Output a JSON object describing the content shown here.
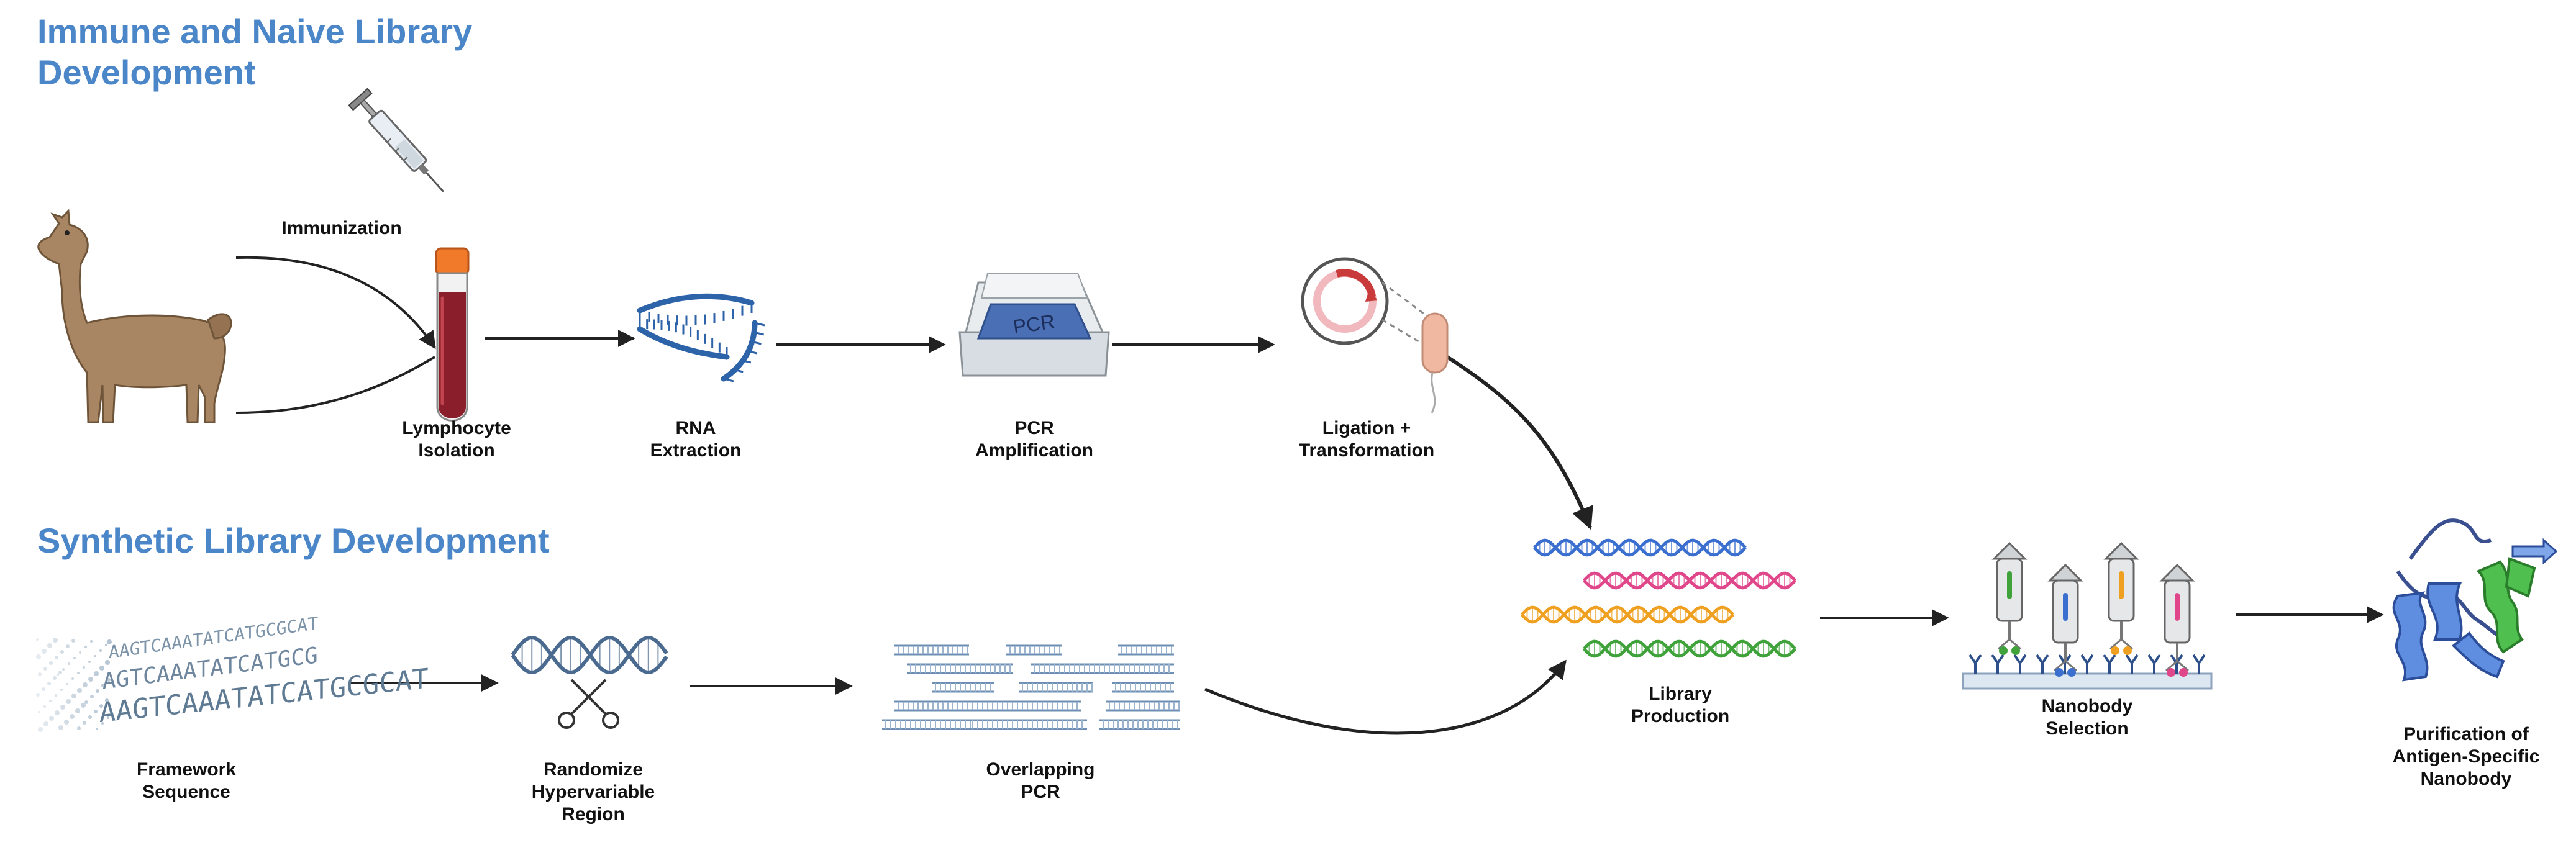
{
  "colors": {
    "title": "#4a86c8",
    "label": "#111111",
    "arrow": "#222222",
    "dna_blue": "#3a6fd0",
    "dna_pink": "#e0468a",
    "dna_orange": "#f0a020",
    "dna_green": "#3fa23a",
    "blood": "#8b1e2b",
    "cap": "#f07a2a",
    "llama": "#a98663",
    "pcr_screen": "#4a6fb5"
  },
  "sections": {
    "immune": {
      "lines": [
        "Immune and Naive Library",
        "Development"
      ]
    },
    "synthetic": {
      "lines": [
        "Synthetic Library Development"
      ]
    }
  },
  "steps": {
    "immunization": {
      "lines": [
        "Immunization"
      ],
      "icon": "syringe-icon"
    },
    "lymphocyte": {
      "lines": [
        "Lymphocyte",
        "Isolation"
      ],
      "icon": "blood-tube-icon"
    },
    "rna": {
      "lines": [
        "RNA",
        "Extraction"
      ],
      "icon": "rna-strand-icon"
    },
    "pcr": {
      "lines": [
        "PCR",
        "Amplification"
      ],
      "icon": "pcr-machine-icon",
      "screen_text": "PCR"
    },
    "ligation": {
      "lines": [
        "Ligation +",
        "Transformation"
      ],
      "icon": "plasmid-bacterium-icon"
    },
    "framework": {
      "lines": [
        "Framework",
        "Sequence"
      ],
      "icon": "dna-sequence-text-icon",
      "sequence_lines": [
        "AAGTCAAATATCATGCGCAT",
        "AGTCAAATATCATGCG",
        "AAGTCAAATATCATGCGCAT"
      ]
    },
    "randomize": {
      "lines": [
        "Randomize",
        "Hypervariable",
        "Region"
      ],
      "icon": "dna-scissors-icon"
    },
    "overlapping": {
      "lines": [
        "Overlapping",
        "PCR"
      ],
      "icon": "dna-fragments-icon"
    },
    "library": {
      "lines": [
        "Library",
        "Production"
      ],
      "icon": "dna-library-icon"
    },
    "selection": {
      "lines": [
        "Nanobody",
        "Selection"
      ],
      "icon": "phage-display-icon"
    },
    "purification": {
      "lines": [
        "Purification of",
        "Antigen-Specific",
        "Nanobody"
      ],
      "icon": "protein-structure-icon"
    }
  }
}
